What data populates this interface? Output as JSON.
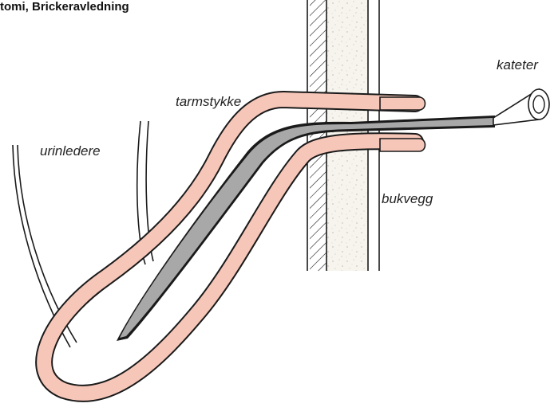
{
  "figure": {
    "title": "tomi, Brickeravledning",
    "labels": {
      "ureter": "urinledere",
      "bowel_segment": "tarmstykke",
      "catheter": "kateter",
      "abdominal_wall": "bukvegg"
    }
  },
  "colors": {
    "bowel_fill": "#f6c6b8",
    "catheter_fill": "#a8a8a8",
    "wall_fill": "#f4f1ea",
    "outline": "#1a1a1a",
    "background": "#ffffff"
  }
}
